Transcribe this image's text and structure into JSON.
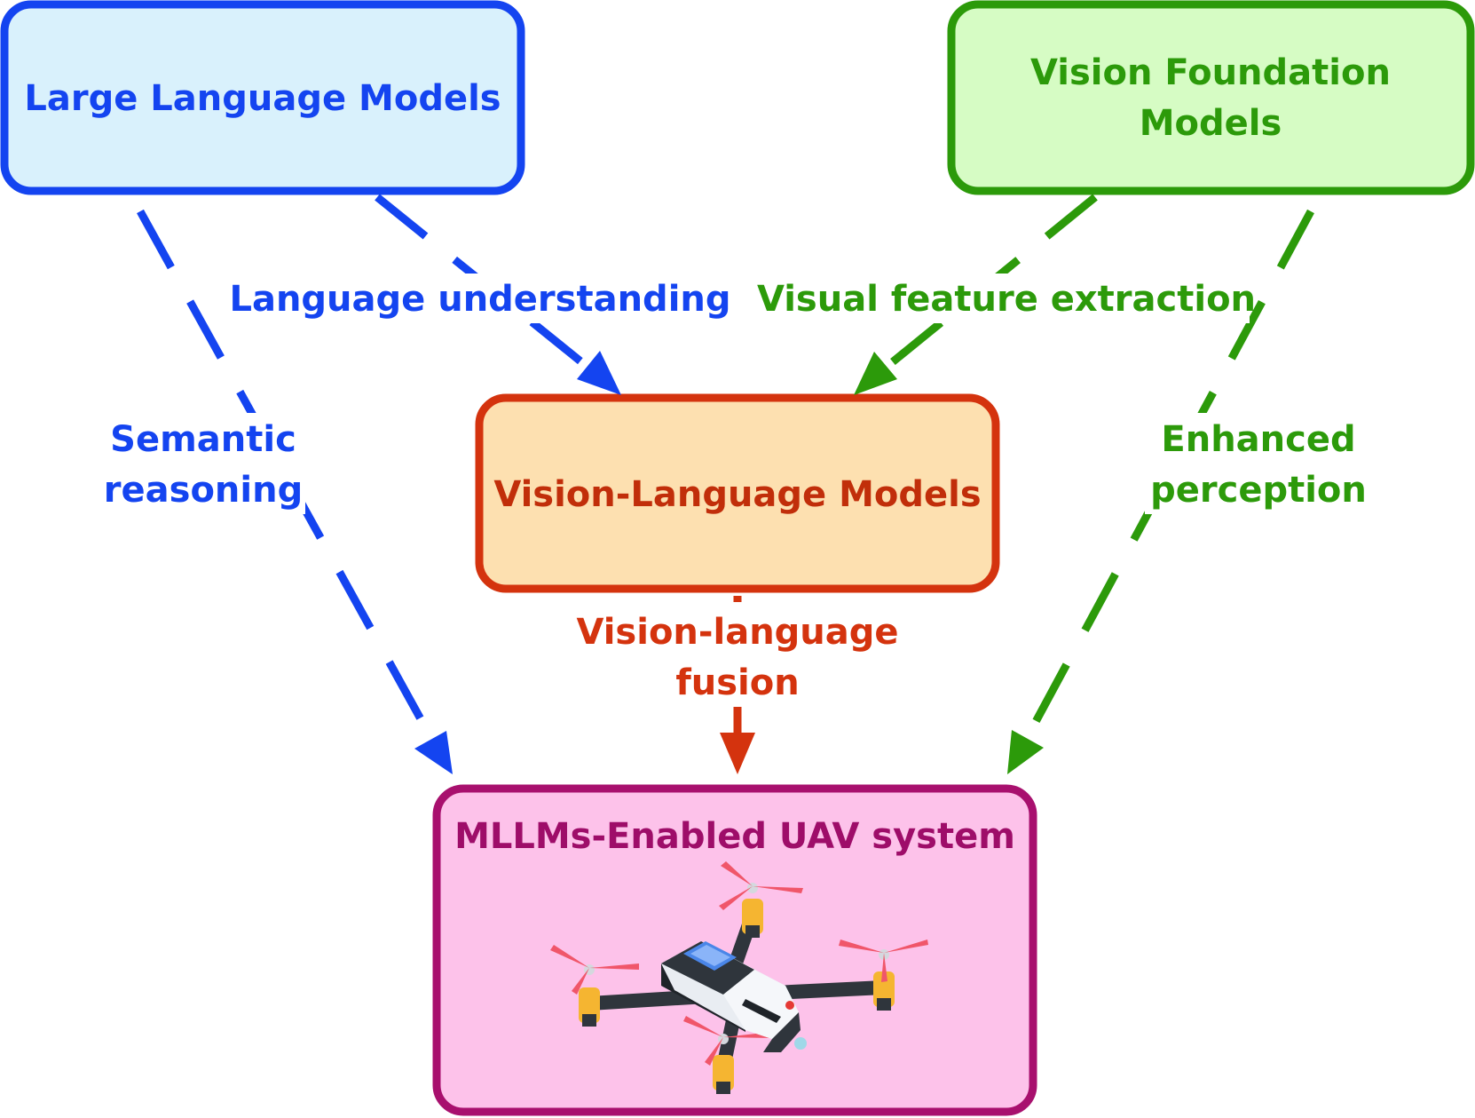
{
  "colors": {
    "llm_border": "#1444f0",
    "llm_fill": "#d9f1fc",
    "llm_text": "#1444f0",
    "vfm_border": "#2c9a0a",
    "vfm_fill": "#d6fcc4",
    "vfm_text": "#2c9a0a",
    "vlm_border": "#d4330e",
    "vlm_fill": "#fde0b0",
    "vlm_text": "#c12e0a",
    "uav_border": "#a8106e",
    "uav_fill": "#fdc2ea",
    "uav_text": "#9e0d69"
  },
  "nodes": {
    "llm": {
      "label": "Large Language Models"
    },
    "vfm": {
      "label_line1": "Vision Foundation",
      "label_line2": "Models"
    },
    "vlm": {
      "label": "Vision-Language Models"
    },
    "uav": {
      "label": "MLLMs-Enabled UAV system",
      "icon": "drone-icon"
    }
  },
  "edges": {
    "language_understanding": "Language understanding",
    "visual_feature_extraction": "Visual feature extraction",
    "semantic_reasoning_line1": "Semantic",
    "semantic_reasoning_line2": "reasoning",
    "enhanced_perception_line1": "Enhanced",
    "enhanced_perception_line2": "perception",
    "vl_fusion_line1": "Vision-language",
    "vl_fusion_line2": "fusion"
  }
}
